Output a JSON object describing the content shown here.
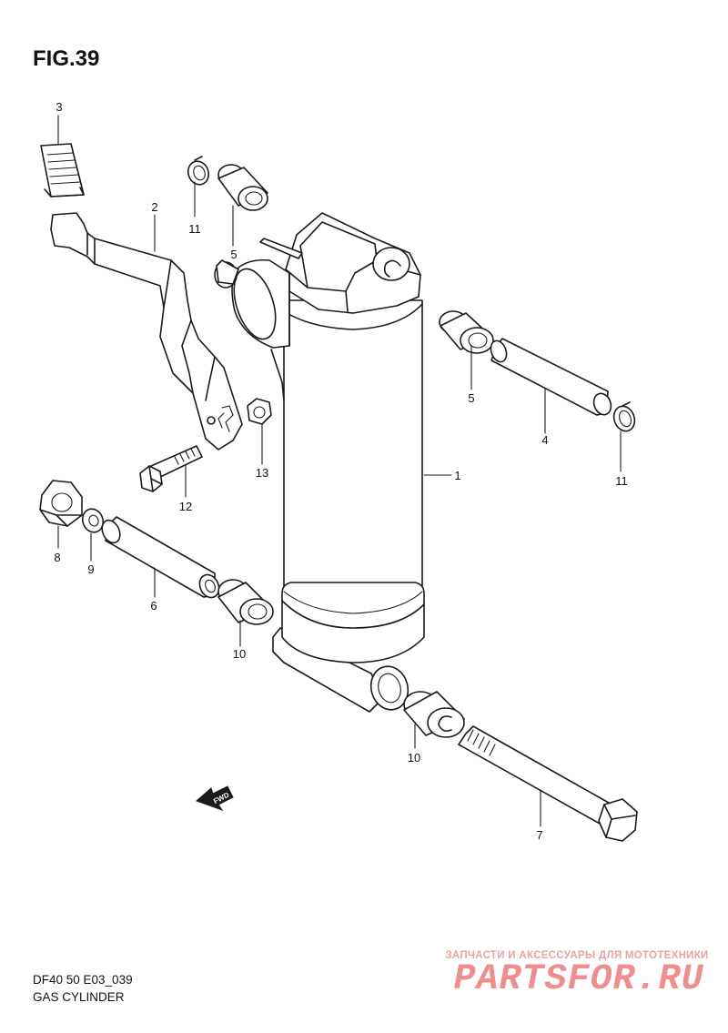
{
  "figure": {
    "title": "FIG.39",
    "model_code": "DF40 50 E03_039",
    "caption": "GAS CYLINDER",
    "direction_label": "FWD"
  },
  "callouts": [
    {
      "id": "c1",
      "number": "1",
      "part": "gas-cylinder"
    },
    {
      "id": "c2",
      "number": "2",
      "part": "bracket-arm"
    },
    {
      "id": "c3",
      "number": "3",
      "part": "grip-pad"
    },
    {
      "id": "c4",
      "number": "4",
      "part": "upper-pin"
    },
    {
      "id": "c5a",
      "number": "5",
      "part": "bushing-upper-left"
    },
    {
      "id": "c5b",
      "number": "5",
      "part": "bushing-upper-right"
    },
    {
      "id": "c6",
      "number": "6",
      "part": "lower-sleeve"
    },
    {
      "id": "c7",
      "number": "7",
      "part": "lower-bolt"
    },
    {
      "id": "c8",
      "number": "8",
      "part": "nut"
    },
    {
      "id": "c9",
      "number": "9",
      "part": "washer"
    },
    {
      "id": "c10a",
      "number": "10",
      "part": "bushing-lower-left"
    },
    {
      "id": "c10b",
      "number": "10",
      "part": "bushing-lower-right"
    },
    {
      "id": "c11a",
      "number": "11",
      "part": "snap-ring-left"
    },
    {
      "id": "c11b",
      "number": "11",
      "part": "snap-ring-right"
    },
    {
      "id": "c12",
      "number": "12",
      "part": "bolt"
    },
    {
      "id": "c13",
      "number": "13",
      "part": "small-nut"
    }
  ],
  "watermark": {
    "tagline": "ЗАПЧАСТИ И АКСЕССУАРЫ ДЛЯ МОТОТЕХНИКИ",
    "brand": "PARTSFOR.RU",
    "color": "#ee8f8f"
  }
}
